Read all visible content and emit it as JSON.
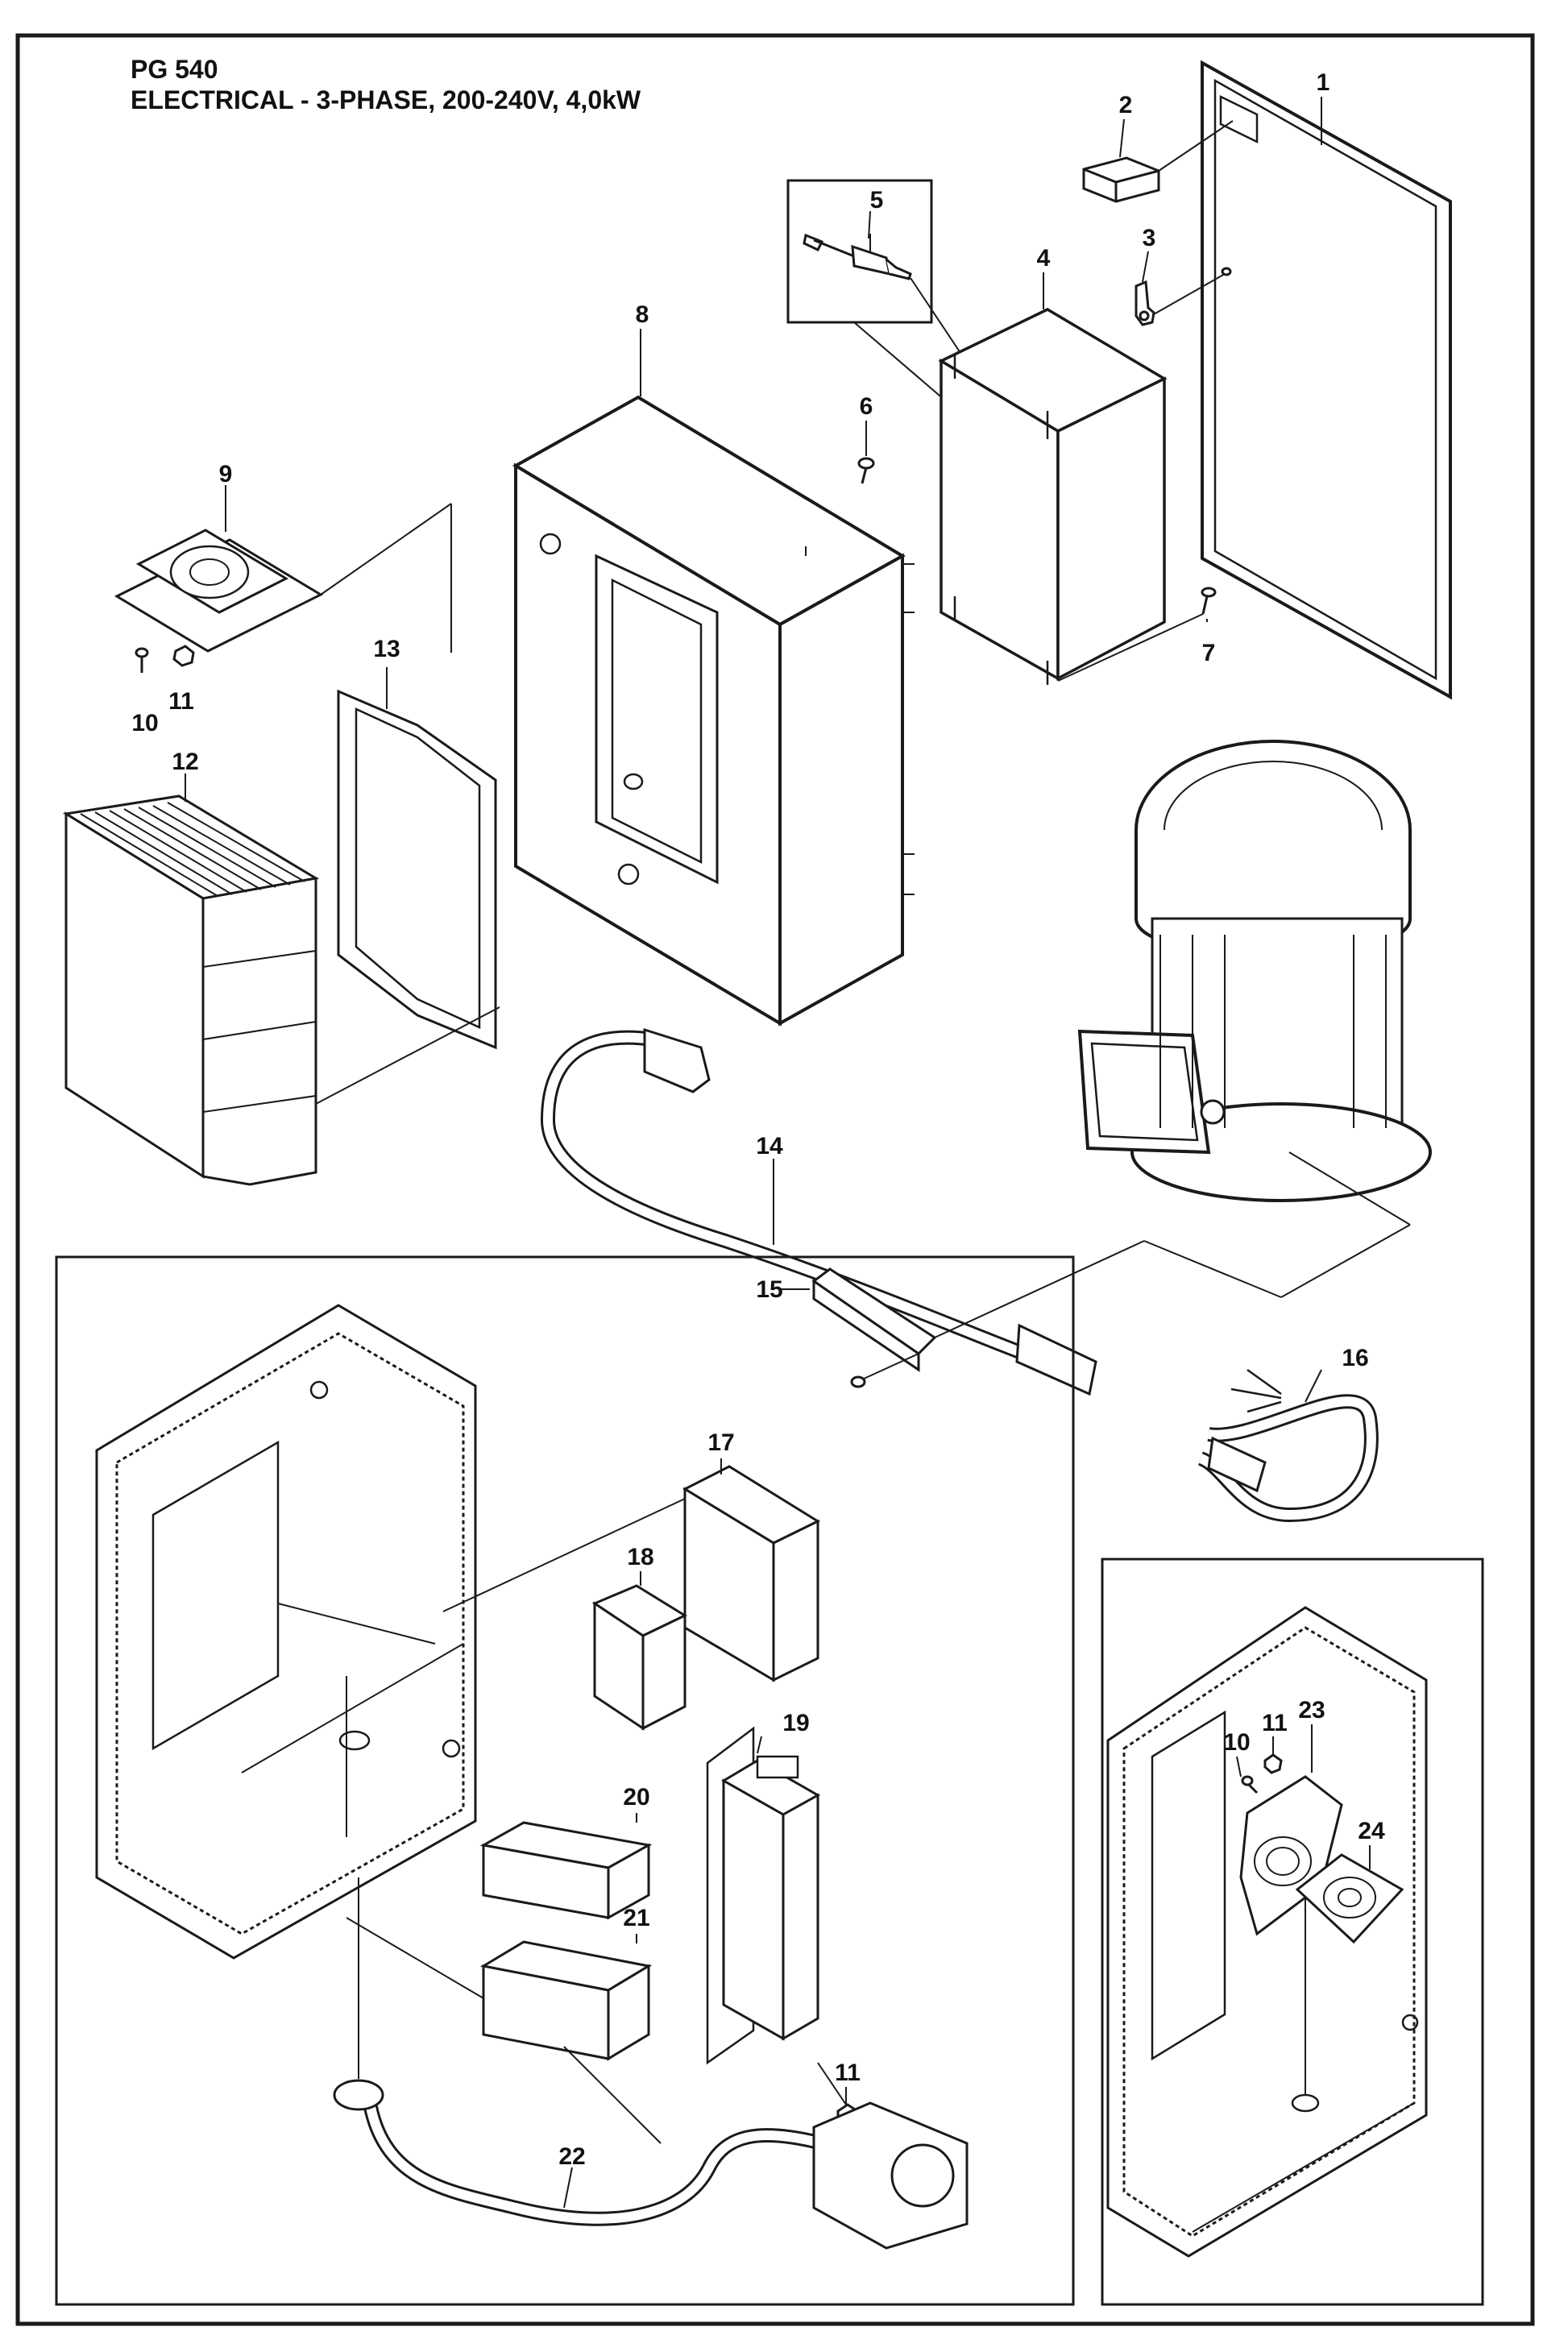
{
  "title": {
    "model": "PG 540",
    "subtitle": "ELECTRICAL - 3-PHASE, 200-240V, 4,0kW"
  },
  "callouts": {
    "c1": "1",
    "c2": "2",
    "c3": "3",
    "c4": "4",
    "c5": "5",
    "c6": "6",
    "c7": "7",
    "c8": "8",
    "c9": "9",
    "c10": "10",
    "c11": "11",
    "c12": "12",
    "c13": "13",
    "c14": "14",
    "c15": "15",
    "c16": "16",
    "c17": "17",
    "c18": "18",
    "c19": "19",
    "c20": "20",
    "c21": "21",
    "c22": "22",
    "c23": "23",
    "c24": "24",
    "c10b": "10",
    "c11b": "11",
    "c11c": "11"
  }
}
